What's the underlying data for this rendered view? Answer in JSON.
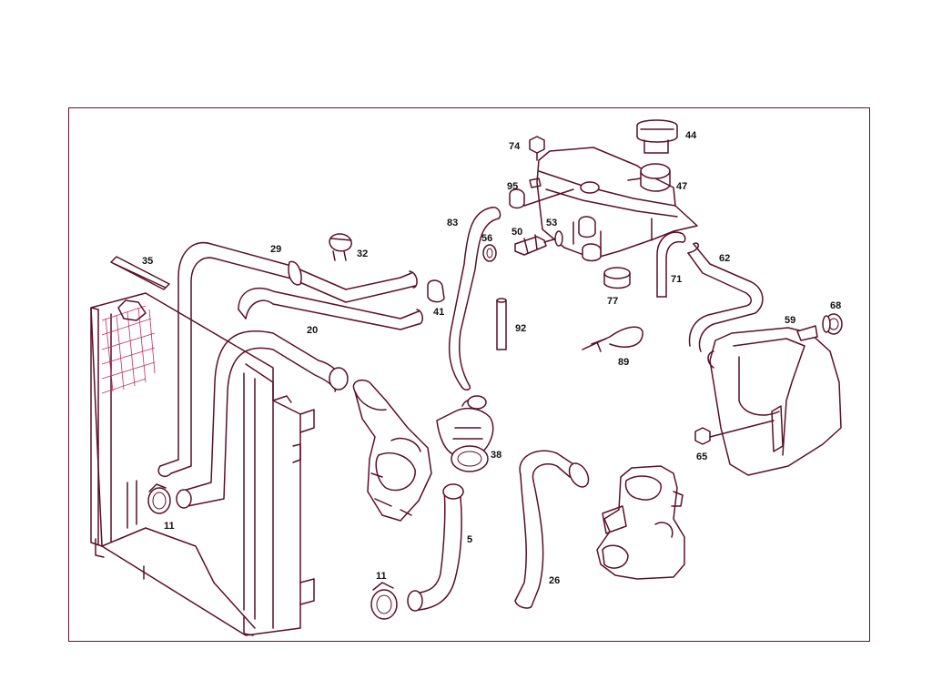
{
  "diagram": {
    "parts": [
      {
        "id": "p74",
        "label": "74"
      },
      {
        "id": "p44",
        "label": "44"
      },
      {
        "id": "p47",
        "label": "47"
      },
      {
        "id": "p95",
        "label": "95"
      },
      {
        "id": "p83",
        "label": "83"
      },
      {
        "id": "p50",
        "label": "50"
      },
      {
        "id": "p53",
        "label": "53"
      },
      {
        "id": "p56",
        "label": "56"
      },
      {
        "id": "p29",
        "label": "29"
      },
      {
        "id": "p32",
        "label": "32"
      },
      {
        "id": "p35",
        "label": "35"
      },
      {
        "id": "p62",
        "label": "62"
      },
      {
        "id": "p71",
        "label": "71"
      },
      {
        "id": "p77",
        "label": "77"
      },
      {
        "id": "p68",
        "label": "68"
      },
      {
        "id": "p59",
        "label": "59"
      },
      {
        "id": "p41",
        "label": "41"
      },
      {
        "id": "p20",
        "label": "20"
      },
      {
        "id": "p92",
        "label": "92"
      },
      {
        "id": "p89",
        "label": "89"
      },
      {
        "id": "p65",
        "label": "65"
      },
      {
        "id": "p38",
        "label": "38"
      },
      {
        "id": "p11a",
        "label": "11"
      },
      {
        "id": "p5",
        "label": "5"
      },
      {
        "id": "p26",
        "label": "26"
      },
      {
        "id": "p11b",
        "label": "11"
      }
    ]
  },
  "colors": {
    "line": "#5a0f2a",
    "accent": "#cc2255",
    "frame": "#6b1030"
  }
}
